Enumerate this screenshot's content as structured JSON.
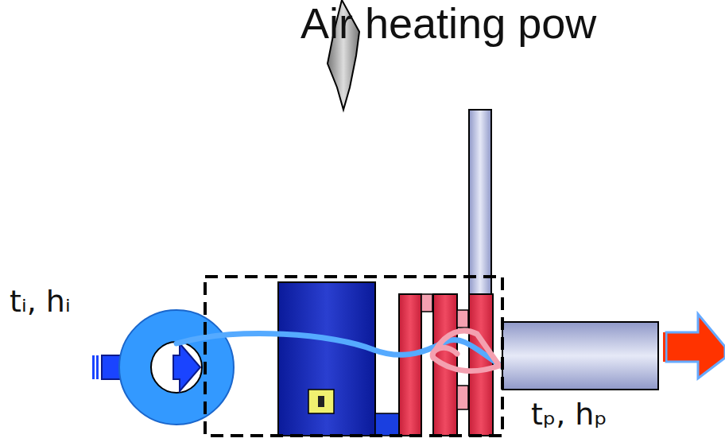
{
  "diagram": {
    "title": "Air heating pow",
    "labels": [
      "tᵢ, hᵢ",
      "tₚ, hₚ"
    ]
  }
}
